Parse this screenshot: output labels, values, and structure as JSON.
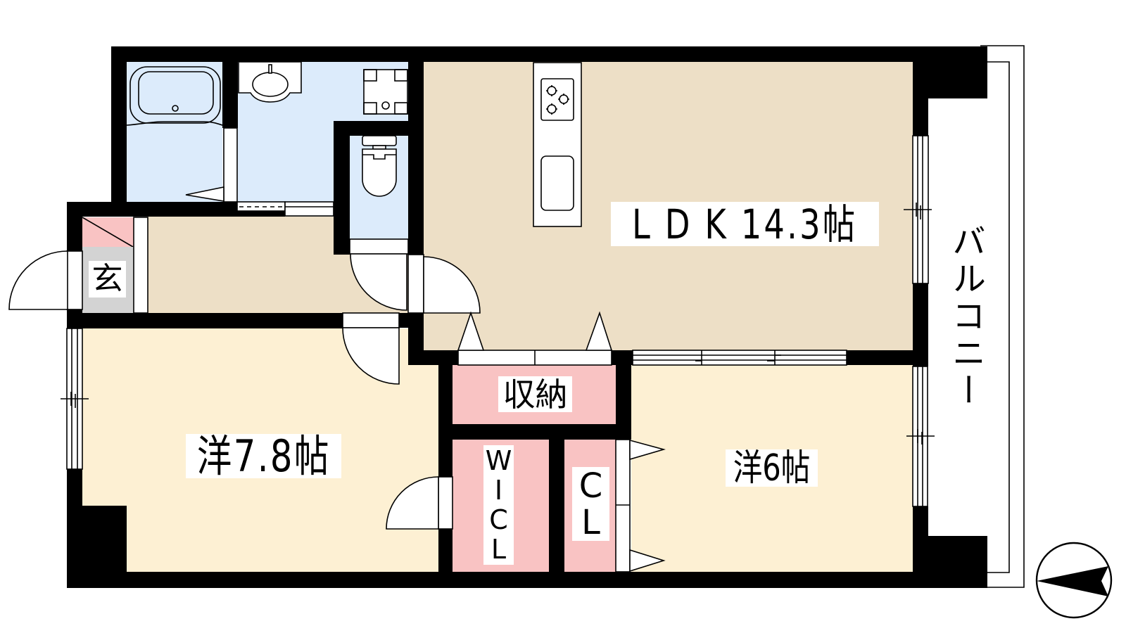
{
  "floorplan": {
    "rooms": {
      "ldk": {
        "type": "LDK",
        "size": "14.3帖"
      },
      "western_room_1": {
        "label": "洋7.8帖"
      },
      "western_room_2": {
        "label": "洋6帖"
      },
      "storage": {
        "label": "収納"
      },
      "walk_in_closet": {
        "chars": [
          "W",
          "I",
          "C",
          "L"
        ]
      },
      "closet": {
        "chars": [
          "C",
          "L"
        ]
      },
      "entrance": {
        "label": "玄"
      },
      "balcony": {
        "label": "バルコニー"
      }
    },
    "colors": {
      "wall": "#000000",
      "ldk_floor": "#EDDFC6",
      "bedroom_floor": "#FDF0D3",
      "wet_area_floor": "#DCEBFB",
      "storage_floor": "#F9C3C3",
      "entrance_floor": "#D3D3D3"
    },
    "compass": {
      "icon": "north-arrow-icon",
      "arrow_direction": "left"
    }
  }
}
